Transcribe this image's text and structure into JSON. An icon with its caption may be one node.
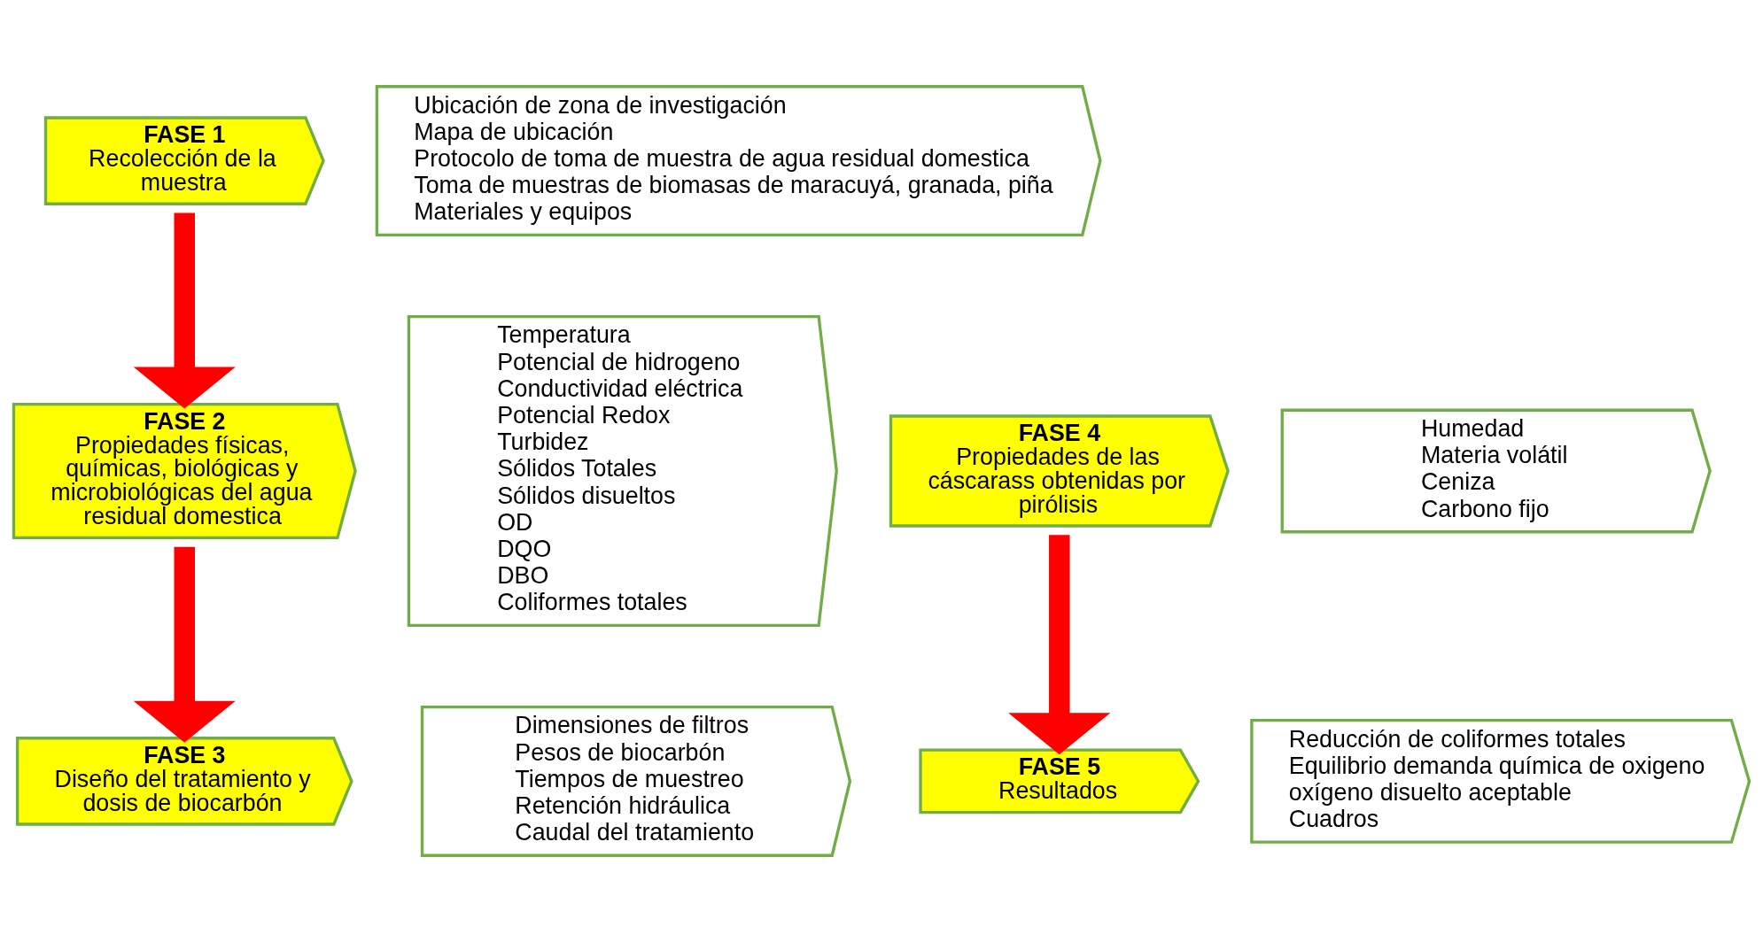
{
  "diagram": {
    "nodes": [
      {
        "text": [
          "FASE 1",
          "Recolección de la muestra"
        ]
      },
      {
        "text": [
          "Ubicación de zona de investigación",
          "Mapa de ubicación",
          "Protocolo de toma de muestra de agua residual domestica",
          "Toma de muestras de biomasas de maracuyá, granada, piña",
          "Materiales y equipos"
        ]
      },
      {
        "text": [
          "FASE 2",
          "Propiedades físicas, químicas, biológicas y microbiológicas del agua residual domestica"
        ]
      },
      {
        "text": [
          "Temperatura",
          "Potencial de hidrogeno",
          "Conductividad eléctrica",
          "Potencial Redox",
          "Turbidez",
          "Sólidos Totales",
          "Sólidos disueltos",
          "OD",
          "DQO",
          "DBO",
          "Coliformes totales"
        ]
      },
      {
        "text": [
          "FASE 3",
          "Diseño del tratamiento y dosis de biocarbón"
        ]
      },
      {
        "text": [
          "Dimensiones de filtros",
          "Pesos de biocarbón",
          "Tiempos de muestreo",
          "Retención hidráulica",
          "Caudal del tratamiento"
        ]
      },
      {
        "text": [
          "FASE 4",
          "Propiedades de las cáscarass obtenidas por pirólisis"
        ]
      },
      {
        "text": [
          "Humedad",
          "Materia volátil",
          "Ceniza",
          "Carbono fijo"
        ]
      },
      {
        "text": [
          "FASE 5",
          "Resultados"
        ]
      },
      {
        "text": [
          "Reducción de coliformes totales",
          "Equilibrio demanda química de oxigeno",
          "oxígeno disuelto aceptable",
          "Cuadros"
        ]
      }
    ],
    "edges": [
      {
        "from": 0,
        "to": 2,
        "arrow": "to"
      },
      {
        "from": 2,
        "to": 4,
        "arrow": "to"
      },
      {
        "from": 6,
        "to": 8,
        "arrow": "to"
      }
    ]
  }
}
